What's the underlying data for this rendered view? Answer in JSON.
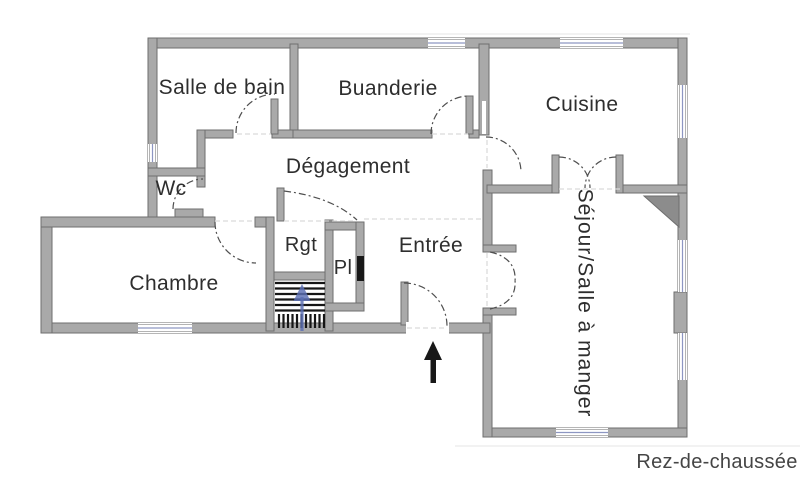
{
  "floor": {
    "label": "Rez-de-chaussée"
  },
  "rooms": {
    "salle_de_bain": "Salle de bain",
    "wc": "Wc",
    "buanderie": "Buanderie",
    "cuisine": "Cuisine",
    "degagement": "Dégagement",
    "chambre": "Chambre",
    "rgt": "Rgt",
    "pl": "Pl",
    "entree": "Entrée",
    "sejour_salle_a_manger": "Séjour/Salle à manger"
  },
  "symbols": {
    "stairs_direction": "up-arrow",
    "entrance_direction": "up-arrow"
  },
  "colors": {
    "background": "#ffffff",
    "wall_fill": "#a9a9a9",
    "wall_edge": "#6e6e6e",
    "window_line": "#8d96c2",
    "window_edge": "#b3b3b3",
    "door_arc": "#4f4f4f",
    "threshold": "#d9d9d9",
    "stairs": "#161616",
    "stairs_arrow": "#5c6fb4",
    "entrance_arrow": "#181818",
    "corner_feature": "#8c8c8c",
    "label_text": "#2e2e2e",
    "floor_label_text": "#454545"
  }
}
